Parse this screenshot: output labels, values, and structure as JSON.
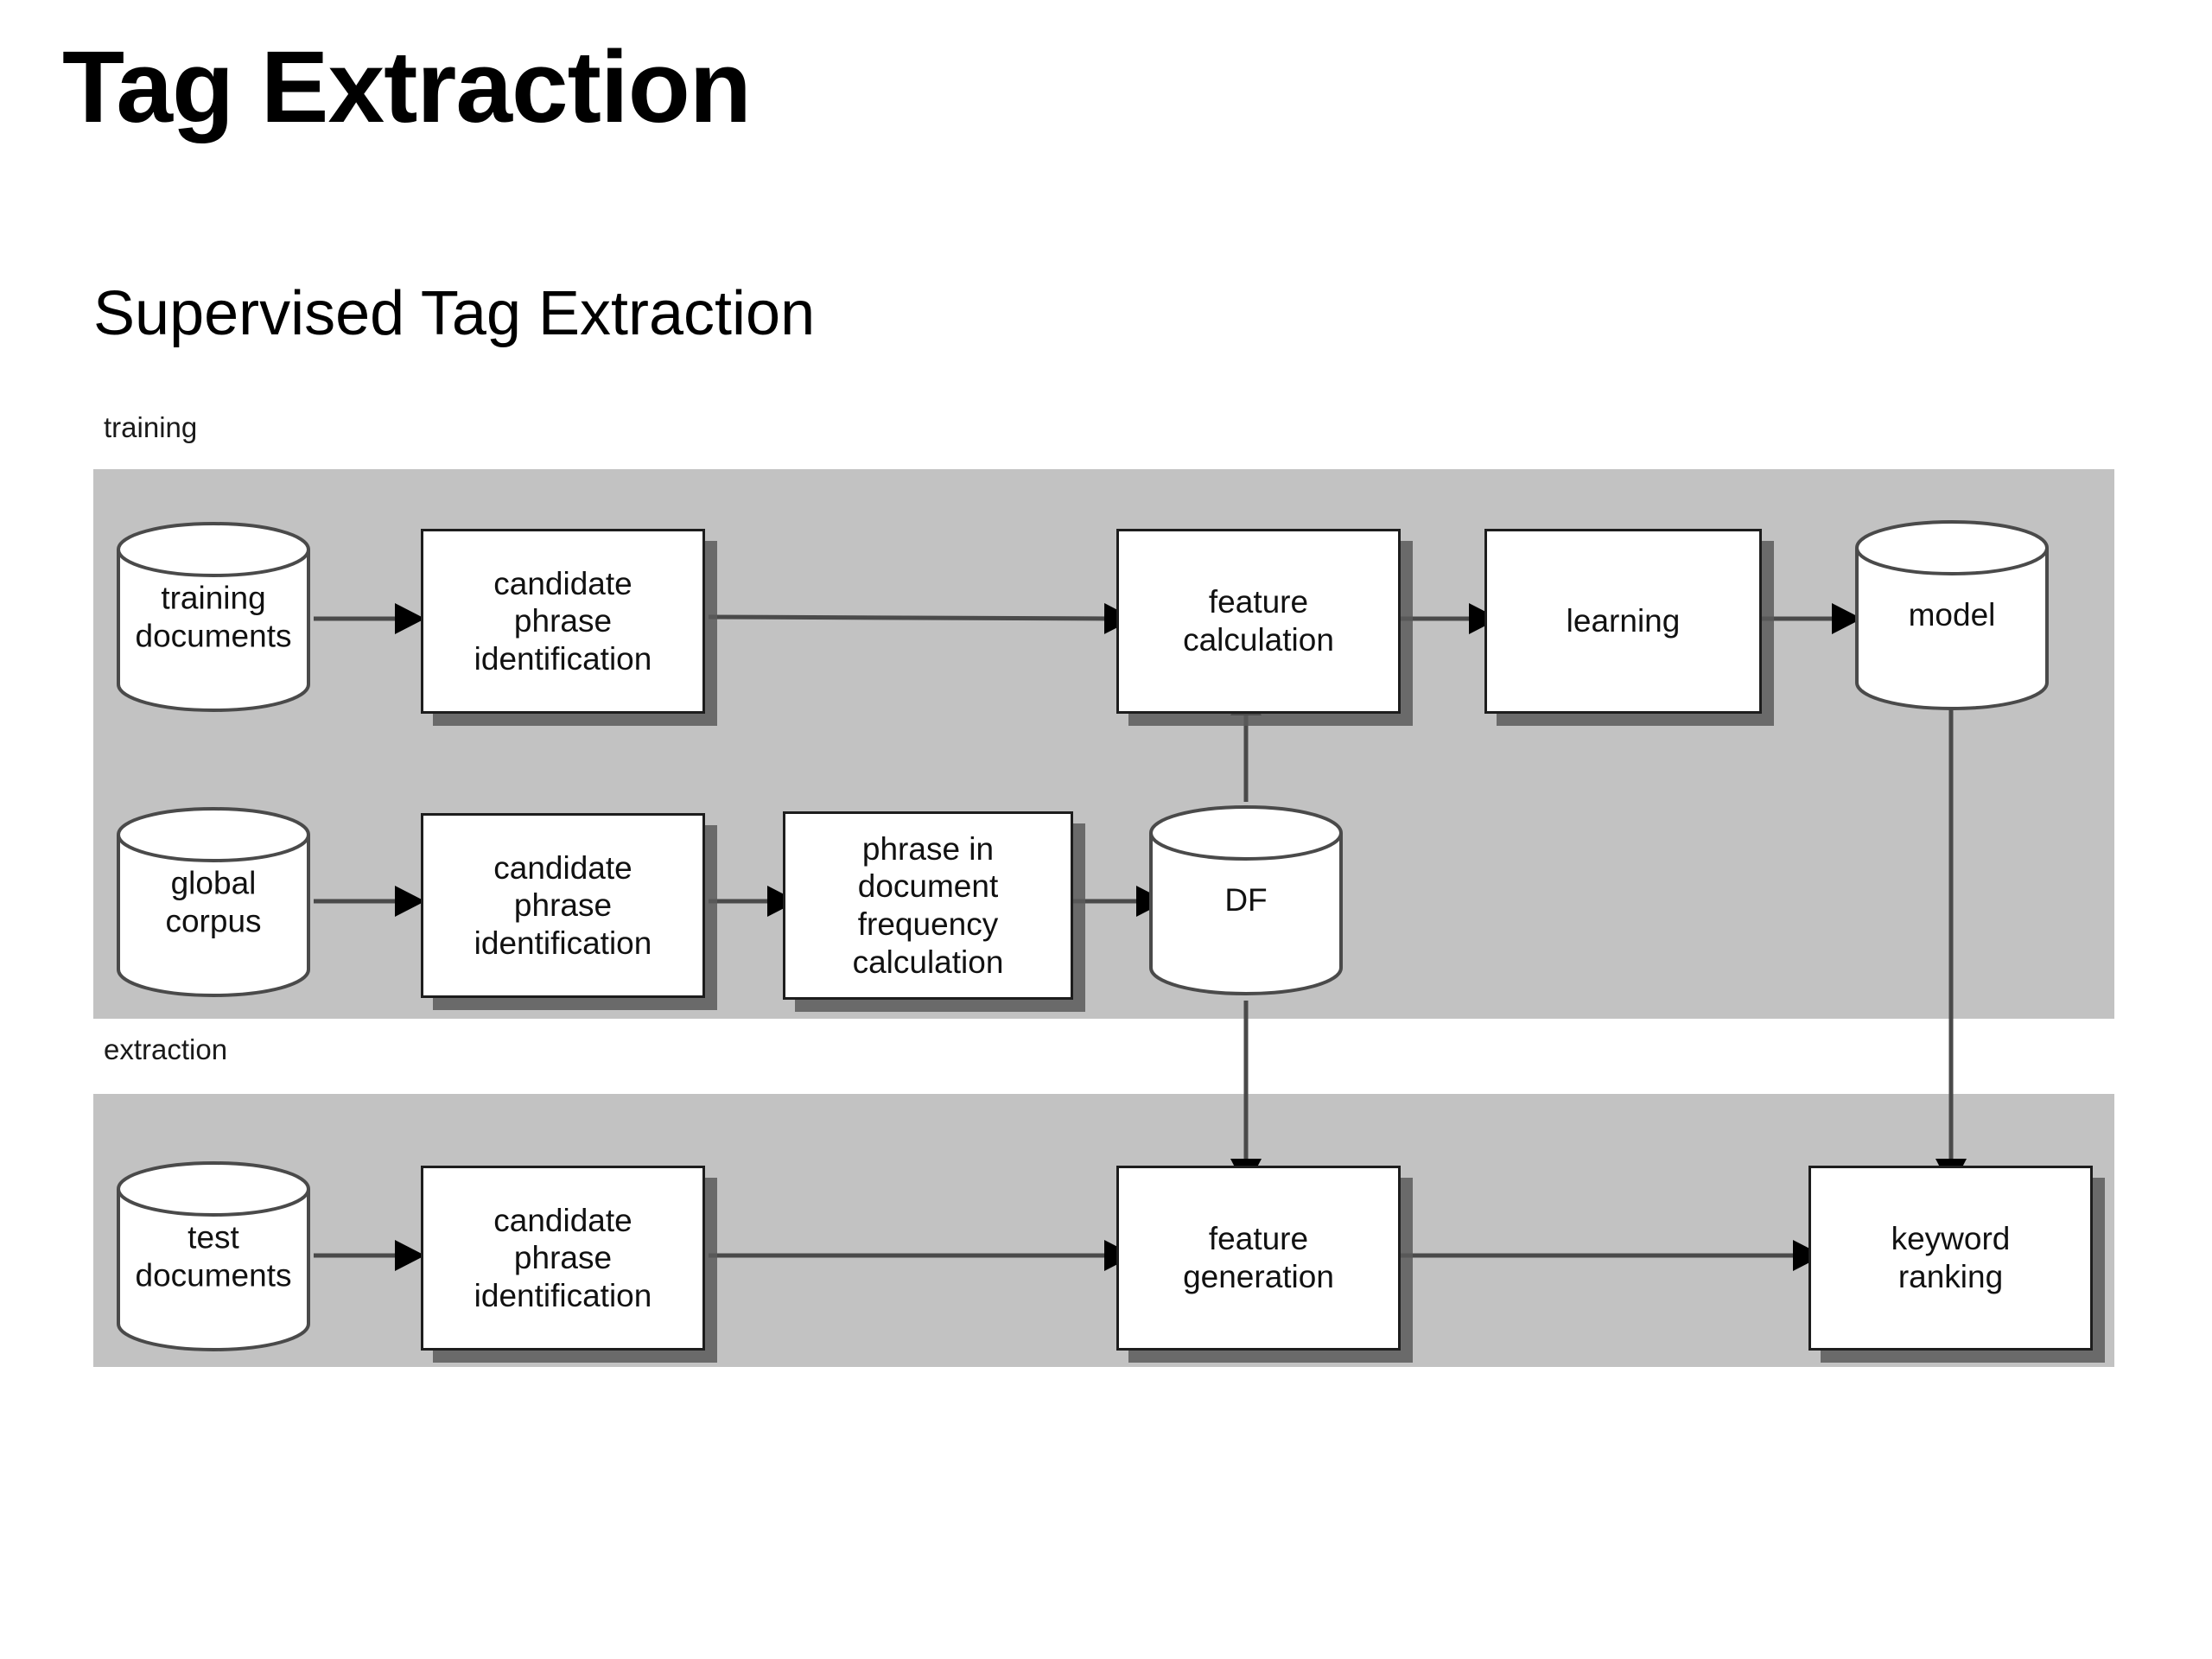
{
  "slide": {
    "title": "Tag Extraction",
    "subtitle": "Supervised Tag Extraction"
  },
  "diagram": {
    "type": "flowchart",
    "phases": [
      {
        "key": "training",
        "label": "training"
      },
      {
        "key": "extraction",
        "label": "extraction"
      }
    ],
    "colors": {
      "panel_background": "#c2c2c2",
      "node_fill": "#ffffff",
      "node_stroke": "#1d1d1d",
      "node_shadow": "#5a5a5a",
      "text": "#111111",
      "slide_background": "#ffffff"
    },
    "nodes": {
      "training_documents": {
        "label": "training\ndocuments",
        "shape": "cylinder",
        "phase": "training"
      },
      "cpi_training": {
        "label": "candidate\nphrase\nidentification",
        "shape": "process",
        "phase": "training"
      },
      "feature_calculation": {
        "label": "feature\ncalculation",
        "shape": "process",
        "phase": "training"
      },
      "learning": {
        "label": "learning",
        "shape": "process",
        "phase": "training"
      },
      "model": {
        "label": "model",
        "shape": "cylinder",
        "phase": "training"
      },
      "global_corpus": {
        "label": "global\ncorpus",
        "shape": "cylinder",
        "phase": "training"
      },
      "cpi_corpus": {
        "label": "candidate\nphrase\nidentification",
        "shape": "process",
        "phase": "training"
      },
      "df_calculation": {
        "label": "phrase in\ndocument\nfrequency\ncalculation",
        "shape": "process",
        "phase": "training"
      },
      "df_store": {
        "label": "DF",
        "shape": "cylinder",
        "phase": "training"
      },
      "test_documents": {
        "label": "test\ndocuments",
        "shape": "cylinder",
        "phase": "extraction"
      },
      "cpi_test": {
        "label": "candidate\nphrase\nidentification",
        "shape": "process",
        "phase": "extraction"
      },
      "feature_generation": {
        "label": "feature\ngeneration",
        "shape": "process",
        "phase": "extraction"
      },
      "keyword_ranking": {
        "label": "keyword\nranking",
        "shape": "process",
        "phase": "extraction"
      }
    },
    "edges": [
      {
        "from": "training_documents",
        "to": "cpi_training",
        "style": "arrow"
      },
      {
        "from": "cpi_training",
        "to": "feature_calculation",
        "style": "arrow"
      },
      {
        "from": "feature_calculation",
        "to": "learning",
        "style": "arrow"
      },
      {
        "from": "learning",
        "to": "model",
        "style": "arrow"
      },
      {
        "from": "global_corpus",
        "to": "cpi_corpus",
        "style": "arrow"
      },
      {
        "from": "cpi_corpus",
        "to": "df_calculation",
        "style": "arrow"
      },
      {
        "from": "df_calculation",
        "to": "df_store",
        "style": "arrow"
      },
      {
        "from": "df_store",
        "to": "feature_calculation",
        "style": "arrow"
      },
      {
        "from": "df_store",
        "to": "feature_generation",
        "style": "arrow"
      },
      {
        "from": "model",
        "to": "keyword_ranking",
        "style": "arrow"
      },
      {
        "from": "test_documents",
        "to": "cpi_test",
        "style": "arrow"
      },
      {
        "from": "cpi_test",
        "to": "feature_generation",
        "style": "arrow"
      },
      {
        "from": "feature_generation",
        "to": "keyword_ranking",
        "style": "arrow"
      }
    ]
  }
}
